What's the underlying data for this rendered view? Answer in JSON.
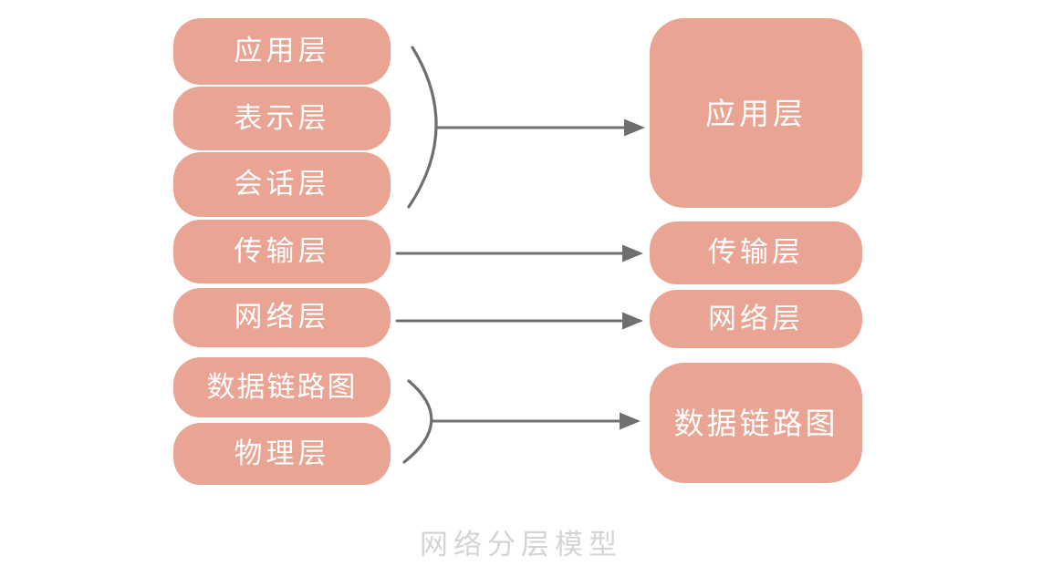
{
  "diagram": {
    "caption": "网络分层模型",
    "colors": {
      "box_fill": "#e9a493",
      "box_text": "#ffffff",
      "connector": "#6f6f6f",
      "caption_text": "#d4d4d4"
    },
    "left_column": [
      {
        "label": "应用层"
      },
      {
        "label": "表示层"
      },
      {
        "label": "会话层"
      },
      {
        "label": "传输层"
      },
      {
        "label": "网络层"
      },
      {
        "label": "数据链路图"
      },
      {
        "label": "物理层"
      }
    ],
    "right_column": [
      {
        "label": "应用层",
        "size": "large"
      },
      {
        "label": "传输层",
        "size": "regular"
      },
      {
        "label": "网络层",
        "size": "regular"
      },
      {
        "label": "数据链路图",
        "size": "large"
      }
    ],
    "connectors": [
      {
        "type": "brace-arrow",
        "from": [
          "应用层",
          "表示层",
          "会话层"
        ],
        "to": "应用层"
      },
      {
        "type": "arrow",
        "from": [
          "传输层"
        ],
        "to": "传输层"
      },
      {
        "type": "arrow",
        "from": [
          "网络层"
        ],
        "to": "网络层"
      },
      {
        "type": "brace-arrow",
        "from": [
          "数据链路图",
          "物理层"
        ],
        "to": "数据链路图"
      }
    ]
  }
}
